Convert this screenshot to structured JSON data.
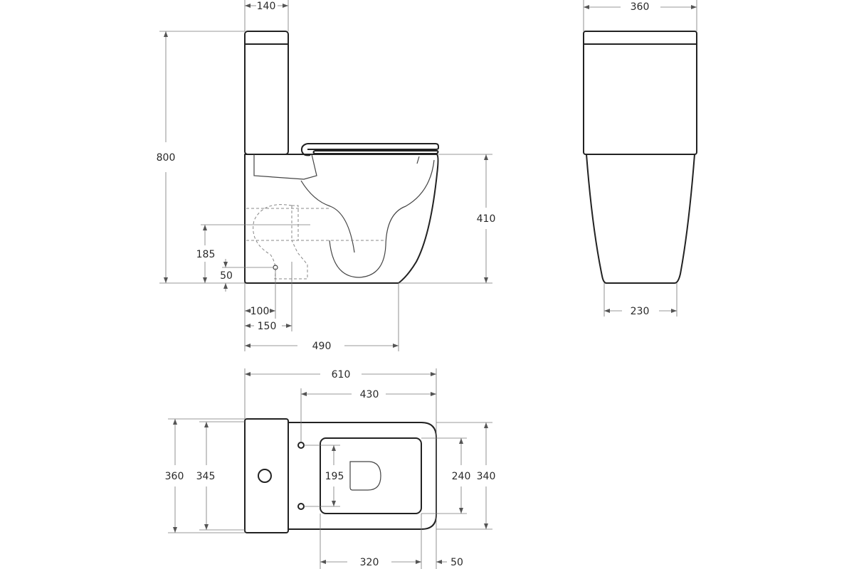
{
  "colors": {
    "line": "#222222",
    "dimension": "#777777",
    "text": "#2a2a2a",
    "background": "#ffffff"
  },
  "side_view": {
    "tank_depth": "140",
    "total_height": "800",
    "bowl_height": "410",
    "outlet_center_height": "185",
    "inlet_height": "50",
    "inlet_from_wall": "100",
    "outlet_from_wall": "150",
    "base_depth": "490"
  },
  "front_view": {
    "tank_width": "360",
    "base_width": "230"
  },
  "top_view": {
    "total_length": "610",
    "bowl_length_from_holes": "430",
    "tank_width_outer": "360",
    "tank_width_inner": "345",
    "hole_spacing": "195",
    "inner_opening_width": "240",
    "bowl_width": "340",
    "inner_opening_length": "320",
    "rim_offset": "50"
  }
}
